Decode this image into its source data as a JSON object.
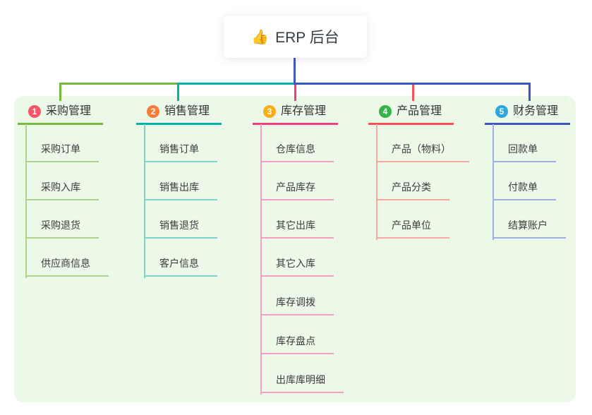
{
  "root": {
    "icon": "👍",
    "label": "ERP 后台"
  },
  "colors": {
    "panel_bg": "#ecf8e8",
    "stem": "#4254c5",
    "text_dark": "#333333",
    "item_text": "#3d3d3d"
  },
  "branches": [
    {
      "num": "1",
      "label": "采购管理",
      "badge_color": "#f4566c",
      "line": "#76b83f",
      "line_light": "#a9d48a",
      "items": [
        "采购订单",
        "采购入库",
        "采购退货",
        "供应商信息"
      ]
    },
    {
      "num": "2",
      "label": "销售管理",
      "badge_color": "#f97d37",
      "line": "#00b3a9",
      "line_light": "#7fd3cb",
      "items": [
        "销售订单",
        "销售出库",
        "销售退货",
        "客户信息"
      ]
    },
    {
      "num": "3",
      "label": "库存管理",
      "badge_color": "#fbad18",
      "line": "#ee3f80",
      "line_light": "#f59fc4",
      "items": [
        "仓库信息",
        "产品库存",
        "其它出库",
        "其它入库",
        "库存调拨",
        "库存盘点",
        "出库库明细"
      ]
    },
    {
      "num": "4",
      "label": "产品管理",
      "badge_color": "#33b348",
      "line": "#f95055",
      "line_light": "#fba8a5",
      "items": [
        "产品（物料）",
        "产品分类",
        "产品单位"
      ]
    },
    {
      "num": "5",
      "label": "财务管理",
      "badge_color": "#2ba7de",
      "line": "#3c56c0",
      "line_light": "#9fb0e2",
      "items": [
        "回款单",
        "付款单",
        "结算账户"
      ]
    }
  ]
}
